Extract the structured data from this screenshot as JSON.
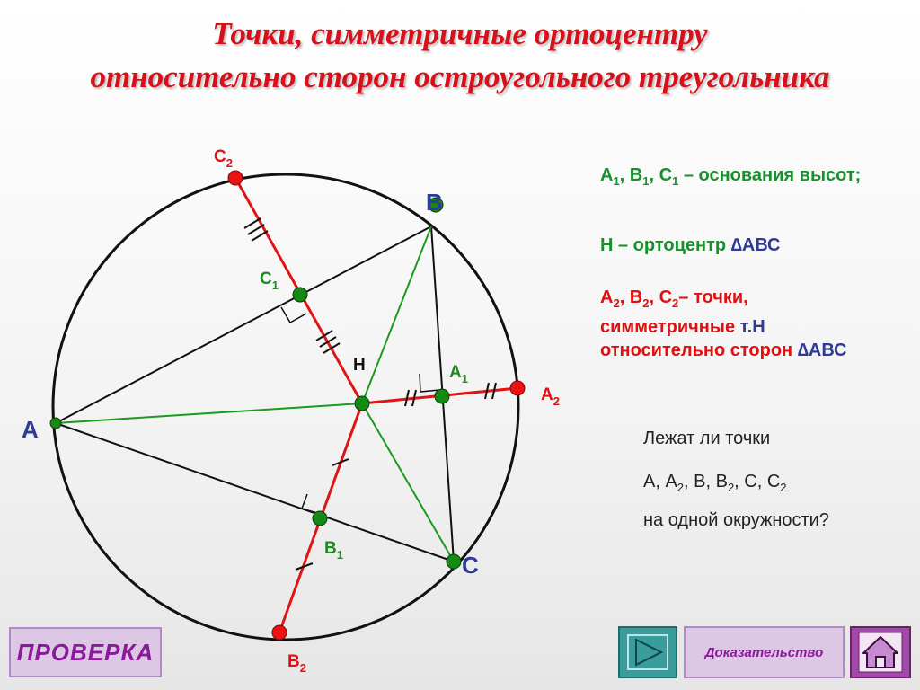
{
  "title": {
    "line1": "Точки, симметричные ортоцентру",
    "line2": "относительно сторон остроугольного треугольника"
  },
  "points": {
    "A": "A",
    "B": "B",
    "C": "C",
    "A1": "A",
    "B1": "B",
    "C1": "C",
    "A1_sub": "1",
    "B1_sub": "1",
    "C1_sub": "1",
    "A2": "A",
    "B2": "B",
    "C2": "C",
    "A2_sub": "2",
    "B2_sub": "2",
    "C2_sub": "2",
    "H": "H"
  },
  "info": {
    "line1_A1": "A",
    "line1_sub1": "1",
    "line1_B1": ", B",
    "line1_sub2": "1",
    "line1_C1": ", C",
    "line1_sub3": "1",
    "line1_rest": " – основания высот;",
    "line2_text": "Н – ортоцентр ",
    "line2_tri": "∆АВС",
    "line3_A2": "A",
    "line3_sub1": "2",
    "line3_B2": ", B",
    "line3_sub2": "2",
    "line3_C2": ", C",
    "line3_sub3": "2",
    "line3_rest1": "– точки, симметричные ",
    "line3_th": "т.Н",
    "line3_rest2": " относительно сторон ",
    "line3_tri": "∆АВС"
  },
  "question": {
    "line1": "Лежат ли точки",
    "pts_A": "А, А",
    "pts_sub1": "2",
    "pts_B": ", В, В",
    "pts_sub2": "2",
    "pts_C": ", С, С",
    "pts_sub3": "2",
    "line3": "на одной окружности?"
  },
  "buttons": {
    "check": "ПРОВЕРКА",
    "proof": "Доказательство"
  },
  "colors": {
    "title": "#d8101c",
    "green": "#18902c",
    "red": "#e01010",
    "blue": "#2e3a93",
    "point_green": "#148a14",
    "point_red": "#ee1111"
  },
  "icons": {
    "play": "play-triangle-icon",
    "home": "home-icon"
  }
}
